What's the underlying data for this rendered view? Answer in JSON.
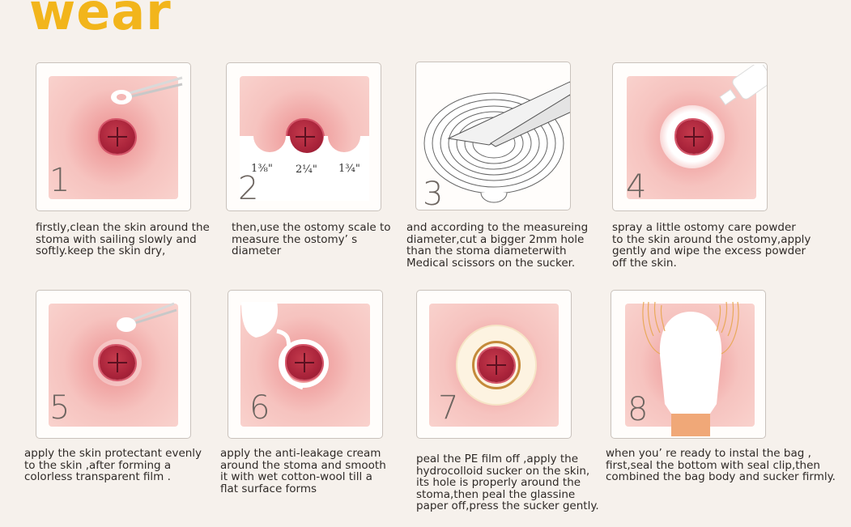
{
  "title": "wear",
  "steps": [
    {
      "num": "1",
      "caption": "firstly,clean the skin around the\nstoma with sailing slowly and\nsoftly.keep the skin dry,"
    },
    {
      "num": "2",
      "caption": "then,use the ostomy scale to\nmeasure the ostomy’ s\ndiameter"
    },
    {
      "num": "3",
      "caption": "and according to the measureing\ndiameter,cut a bigger 2mm hole\nthan the stoma diameterwith\n Medical scissors on the sucker."
    },
    {
      "num": "4",
      "caption": "spray a little ostomy care powder\nto the skin around the ostomy,apply\ngently and  wipe the excess powder\noff the skin."
    },
    {
      "num": "5",
      "caption": "apply the skin protectant evenly\nto the skin ,after forming a\ncolorless transparent film ."
    },
    {
      "num": "6",
      "caption": "apply the anti-leakage cream\naround the stoma and smooth\nit with wet cotton-wool till a\nflat surface forms"
    },
    {
      "num": "7",
      "caption": "peal the PE film off ,apply the\nhydrocolloid sucker on the skin,\nits hole is properly around the\nstoma,then peal the glassine\npaper off,press the sucker gently."
    },
    {
      "num": "8",
      "caption": "when you’  re ready to instal the bag ,\nfirst,seal the bottom with seal clip,then\ncombined the bag body and sucker firmly."
    }
  ],
  "scale_labels": [
    "1⅜\"",
    "2¼\"",
    "1¾\""
  ],
  "colors": {
    "title": "#f2b51b",
    "skin": "#f6c3bf",
    "stoma": "#a9233a"
  }
}
